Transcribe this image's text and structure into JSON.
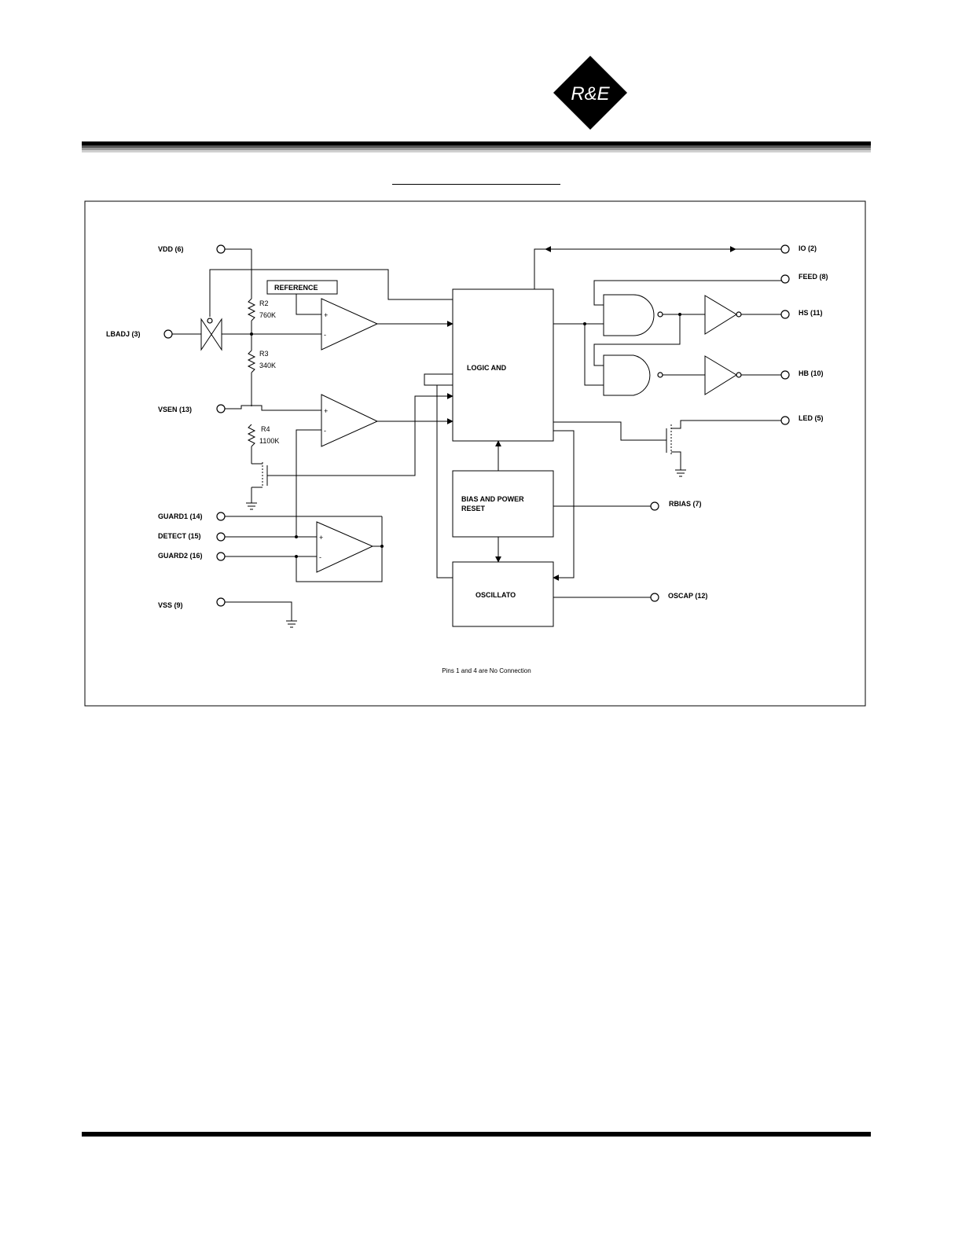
{
  "header": {
    "logo_text": "R&E"
  },
  "diagram": {
    "pins": {
      "vdd": "VDD (6)",
      "lbadj": "LBADJ (3)",
      "vsen": "VSEN (13)",
      "guard1": "GUARD1 (14)",
      "detect": "DETECT (15)",
      "guard2": "GUARD2 (16)",
      "vss": "VSS (9)",
      "io": "IO (2)",
      "feed": "FEED (8)",
      "hs": "HS (11)",
      "hb": "HB (10)",
      "led": "LED (5)",
      "rbias": "RBIAS (7)",
      "oscap": "OSCAP (12)"
    },
    "resistors": {
      "r2_name": "R2",
      "r2_value": "760K",
      "r3_name": "R3",
      "r3_value": "340K",
      "r4_name": "R4",
      "r4_value": "1100K"
    },
    "blocks": {
      "reference": "REFERENCE",
      "logic": "LOGIC AND",
      "bias_line1": "BIAS AND POWER",
      "bias_line2": "RESET",
      "oscillator": "OSCILLATO"
    },
    "signs": {
      "plus": "+",
      "minus": "-"
    },
    "note": "Pins 1 and 4 are No Connection"
  }
}
